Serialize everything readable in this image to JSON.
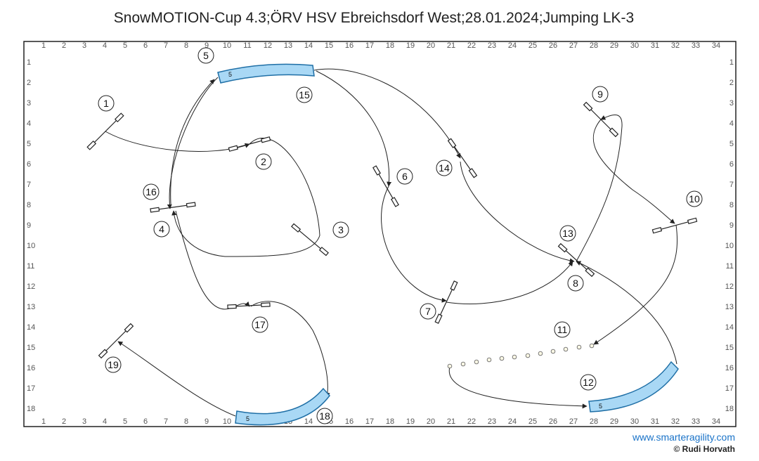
{
  "title": "SnowMOTION-Cup 4.3;ÖRV HSV Ebreichsdorf West;28.01.2024;Jumping LK-3",
  "grid": {
    "x_ticks": [
      "1",
      "2",
      "3",
      "4",
      "5",
      "6",
      "7",
      "8",
      "9",
      "10",
      "11",
      "12",
      "13",
      "14",
      "15",
      "16",
      "17",
      "18",
      "19",
      "20",
      "21",
      "22",
      "23",
      "24",
      "25",
      "26",
      "27",
      "28",
      "29",
      "30",
      "31",
      "32",
      "33",
      "34"
    ],
    "y_ticks": [
      "1",
      "2",
      "3",
      "4",
      "5",
      "6",
      "7",
      "8",
      "9",
      "10",
      "11",
      "12",
      "13",
      "14",
      "15",
      "16",
      "17",
      "18"
    ]
  },
  "obstacles": [
    {
      "label": "1",
      "type": "jump"
    },
    {
      "label": "2",
      "type": "jump"
    },
    {
      "label": "3",
      "type": "jump"
    },
    {
      "label": "4",
      "type": "jump"
    },
    {
      "label": "5",
      "type": "tunnel"
    },
    {
      "label": "6",
      "type": "jump"
    },
    {
      "label": "7",
      "type": "jump"
    },
    {
      "label": "8",
      "type": "jump"
    },
    {
      "label": "9",
      "type": "jump"
    },
    {
      "label": "10",
      "type": "jump"
    },
    {
      "label": "11",
      "type": "weave"
    },
    {
      "label": "12",
      "type": "tunnel"
    },
    {
      "label": "13",
      "type": "jump"
    },
    {
      "label": "14",
      "type": "jump"
    },
    {
      "label": "15",
      "type": "tunnel"
    },
    {
      "label": "16",
      "type": "jump"
    },
    {
      "label": "17",
      "type": "jump"
    },
    {
      "label": "18",
      "type": "tunnel"
    },
    {
      "label": "19",
      "type": "jump"
    }
  ],
  "tunnel_length": "5",
  "colors": {
    "tunnel_fill": "#a9d8f5",
    "tunnel_stroke": "#1f6fa6",
    "line": "#222222",
    "url": "#1a73c8"
  },
  "footer": {
    "url": "www.smarteragility.com",
    "copyright": "© Rudi Horvath"
  }
}
